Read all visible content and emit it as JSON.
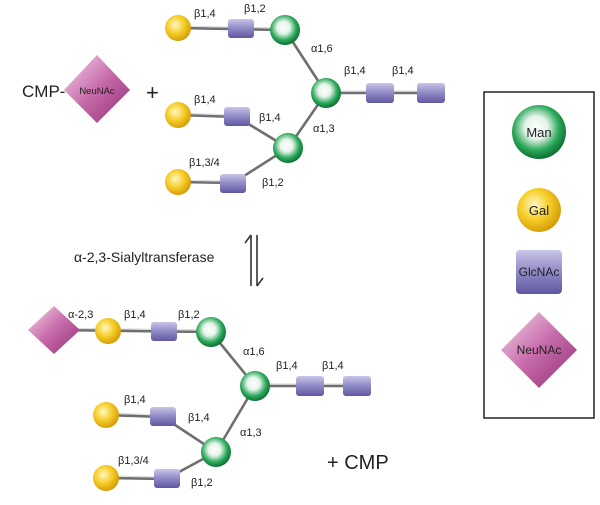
{
  "colors": {
    "man": "#12893f",
    "gal": "#f1c21b",
    "glcnac": "#8e88c4",
    "neunac": "#c56aa6",
    "bond": "#6f6f6f"
  },
  "top": {
    "cmp_prefix": "CMP-",
    "neunac_label": "NeuNAc",
    "plus": "+",
    "links": {
      "upper_gal_b14": "β1,4",
      "upper_glc_b12": "β1,2",
      "a16": "α1,6",
      "core_b14_a": "β1,4",
      "core_b14_b": "β1,4",
      "mid_gal_b14": "β1,4",
      "mid_glc_b14": "β1,4",
      "a13": "α1,3",
      "low_gal_b134": "β1,3/4",
      "low_glc_b12": "β1,2"
    }
  },
  "enzyme_label": "α-2,3-Sialyltransferase",
  "bottom": {
    "links": {
      "sia_a23": "α-2,3",
      "upper_gal_b14": "β1,4",
      "upper_glc_b12": "β1,2",
      "a16": "α1,6",
      "core_b14_a": "β1,4",
      "core_b14_b": "β1,4",
      "mid_gal_b14": "β1,4",
      "mid_glc_b14": "β1,4",
      "a13": "α1,3",
      "low_gal_b134": "β1,3/4",
      "low_glc_b12": "β1,2"
    },
    "plus_cmp": "+  CMP"
  },
  "legend": {
    "man": "Man",
    "gal": "Gal",
    "glcnac": "GlcNAc",
    "neunac": "NeuNAc"
  }
}
